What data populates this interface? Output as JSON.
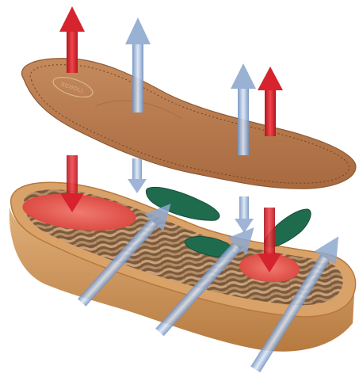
{
  "diagram": {
    "subject": "exploded-shoe-sole",
    "logo": {
      "text": "SCHOLL"
    },
    "colors": {
      "insole": "#b97a4c",
      "insole_dark": "#9a5f36",
      "stitch": "#7a4a2a",
      "sole_rim": "#d49a5e",
      "sole_rim_dark": "#a66a34",
      "cork": "#8f6a4a",
      "cork_light": "#c9a27c",
      "red_pad": "#e3574f",
      "green_pad": "#1f6b4e",
      "arrow_red": "#d6232e",
      "arrow_blue": "#8fa9cf",
      "background": "#ffffff"
    },
    "parts": [
      "insole",
      "green-support-pads",
      "cork-footbed",
      "outer-sole"
    ],
    "arrow_types": [
      "red-pressure-arrow",
      "blue-airflow-arrow"
    ]
  }
}
